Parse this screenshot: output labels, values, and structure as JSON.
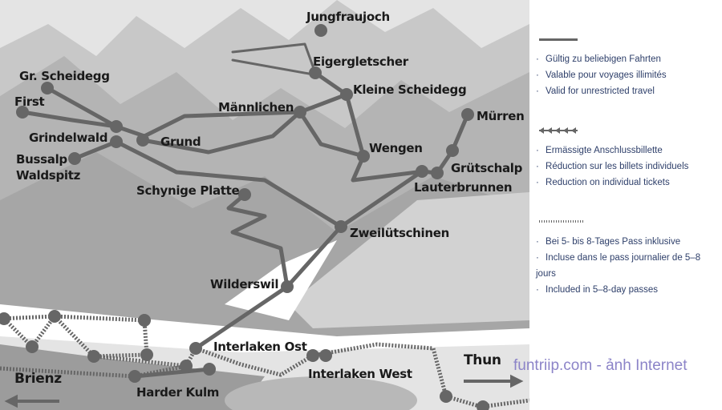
{
  "stations": {
    "jungfraujoch": "Jungfraujoch",
    "eigergletscher": "Eigergletscher",
    "kleine_scheidegg": "Kleine Scheidegg",
    "gr_scheidegg": "Gr. Scheidegg",
    "first": "First",
    "grindelwald": "Grindelwald",
    "grund": "Grund",
    "bussalp": "Bussalp",
    "waldspitz": "Waldspitz",
    "maennlichen": "Männlichen",
    "wengen": "Wengen",
    "muerren": "Mürren",
    "gruetschalp": "Grütschalp",
    "lauterbrunnen": "Lauterbrunnen",
    "schynige_platte": "Schynige Platte",
    "zweiluetschinen": "Zweilütschinen",
    "wilderswil": "Wilderswil",
    "interlaken_ost": "Interlaken Ost",
    "interlaken_west": "Interlaken West",
    "harder_kulm": "Harder Kulm",
    "brienz": "Brienz",
    "thun": "Thun"
  },
  "colors": {
    "line": "#666666",
    "legend_text": "#2e3f6a",
    "watermark": "#8c84c8"
  },
  "legend": [
    {
      "symbol": "solid-line",
      "items": [
        "Gültig zu beliebigen Fahrten",
        "Valable pour voyages illimités",
        "Valid for unrestricted travel"
      ]
    },
    {
      "symbol": "arrow-line",
      "items": [
        "Ermässigte Anschlussbillette",
        "Réduction sur les billets individuels",
        "Reduction on individual tickets"
      ]
    },
    {
      "symbol": "dotted-line",
      "items": [
        "Bei 5- bis 8-Tages Pass inklusive",
        "Incluse dans le pass journalier de 5–8 jours",
        "Included in 5–8-day passes"
      ]
    }
  ],
  "watermark": "funtriip.com - ảnh Internet"
}
